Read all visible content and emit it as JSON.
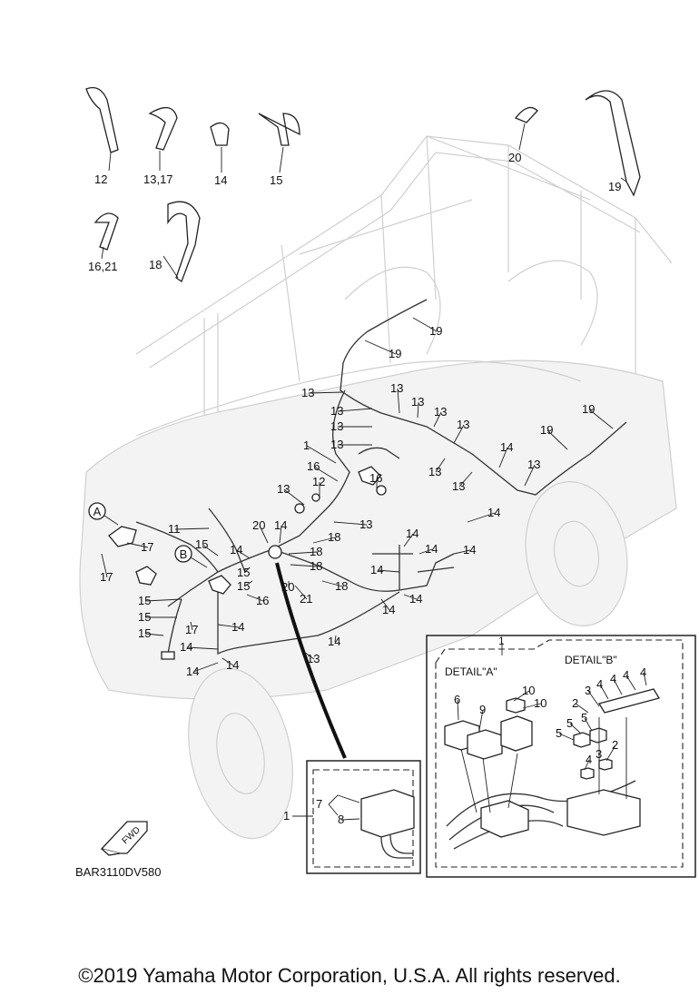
{
  "diagram": {
    "drawing_code": "BAR3110DV580",
    "fwd_label": "FWD",
    "callout_a": "A",
    "callout_b": "B",
    "detail_a_title": "DETAIL\"A\"",
    "detail_b_title": "DETAIL\"B\"",
    "detail_ref": "1",
    "inset_ref": "1",
    "legend_parts": [
      "12",
      "13,17",
      "14",
      "15",
      "20",
      "19",
      "16,21",
      "18"
    ],
    "harness_labels": [
      "19",
      "19",
      "13",
      "13",
      "13",
      "13",
      "13",
      "13",
      "13",
      "13",
      "13",
      "1",
      "16",
      "12",
      "16",
      "13",
      "13",
      "14",
      "13",
      "14",
      "19",
      "19",
      "11",
      "20",
      "14",
      "13",
      "18",
      "17",
      "17",
      "15",
      "14",
      "18",
      "18",
      "14",
      "14",
      "14",
      "14",
      "15",
      "15",
      "16",
      "20",
      "21",
      "18",
      "14",
      "15",
      "15",
      "17",
      "14",
      "15",
      "14",
      "14",
      "13",
      "14",
      "14",
      "14",
      "13"
    ],
    "detail_a_labels": [
      "6",
      "9",
      "10",
      "10"
    ],
    "detail_b_labels": [
      "2",
      "3",
      "4",
      "4",
      "4",
      "4",
      "5",
      "5",
      "5",
      "3",
      "2",
      "4"
    ],
    "inset_labels": [
      "7",
      "8"
    ]
  },
  "footer": {
    "copyright": "©2019 Yamaha Motor Corporation, U.S.A. All rights reserved."
  }
}
